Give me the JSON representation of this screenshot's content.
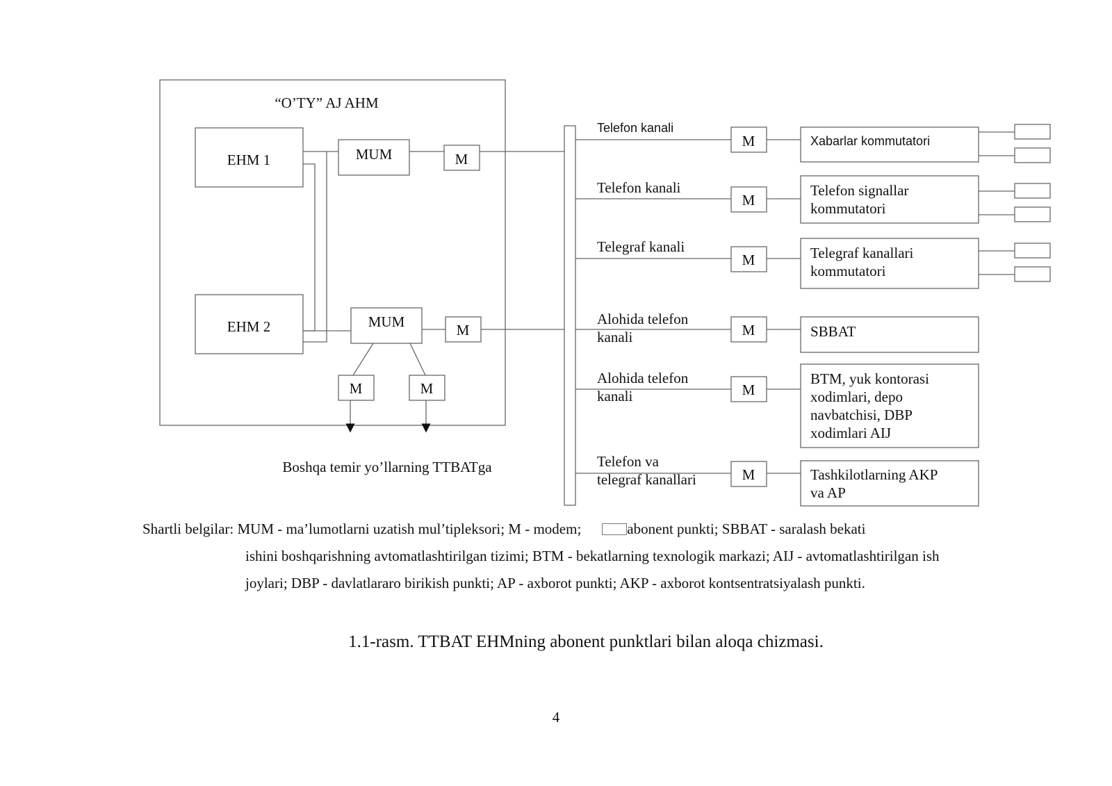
{
  "diagram": {
    "main_block_title": "“O’TY” AJ AHM",
    "ehm1": "EHM 1",
    "ehm2": "EHM 2",
    "mum_top": "MUM",
    "mum_bottom": "MUM",
    "modem_label": "M",
    "bottom_caption": "Boshqa temir yo’llarning TTBATga",
    "channels": [
      {
        "label_line1": "Telefon kanali",
        "label_line2": "",
        "target_line1": "Xabarlar kommutatori",
        "target_line2": "",
        "target_line3": "",
        "target_line4": ""
      },
      {
        "label_line1": "Telefon kanali",
        "label_line2": "",
        "target_line1": "Telefon signallar",
        "target_line2": "kommutatori",
        "target_line3": "",
        "target_line4": ""
      },
      {
        "label_line1": "Telegraf kanali",
        "label_line2": "",
        "target_line1": "Telegraf kanallari",
        "target_line2": "kommutatori",
        "target_line3": "",
        "target_line4": ""
      },
      {
        "label_line1": "Alohida telefon",
        "label_line2": "kanali",
        "target_line1": "SBBAT",
        "target_line2": "",
        "target_line3": "",
        "target_line4": ""
      },
      {
        "label_line1": "Alohida telefon",
        "label_line2": "kanali",
        "target_line1": "BTM, yuk kontorasi",
        "target_line2": "xodimlari, depo",
        "target_line3": "navbatchisi, DBP",
        "target_line4": "xodimlari AIJ"
      },
      {
        "label_line1": "Telefon va",
        "label_line2": "telegraf kanallari",
        "target_line1": "Tashkilotlarning AKP",
        "target_line2": "va AP",
        "target_line3": "",
        "target_line4": ""
      }
    ]
  },
  "legend": {
    "prefix": "Shartli belgilar:",
    "line1_a": "MUM - ma’lumotlarni uzatish mul’tipleksori; M - modem;",
    "line1_b": "abonent punkti; SBBAT - saralash bekati",
    "line2": "ishini boshqarishning avtomatlashtirilgan tizimi; BTM - bekatlarning texnologik markazi; AIJ - avtomatlashtirilgan ish",
    "line3": "joylari; DBP - davlatlararo birikish punkti; AP - axborot punkti; AKP - axborot kontsentratsiyalash punkti."
  },
  "caption": "1.1-rasm. TTBAT EHMning abonent punktlari bilan aloqa chizmasi.",
  "page_number": "4"
}
